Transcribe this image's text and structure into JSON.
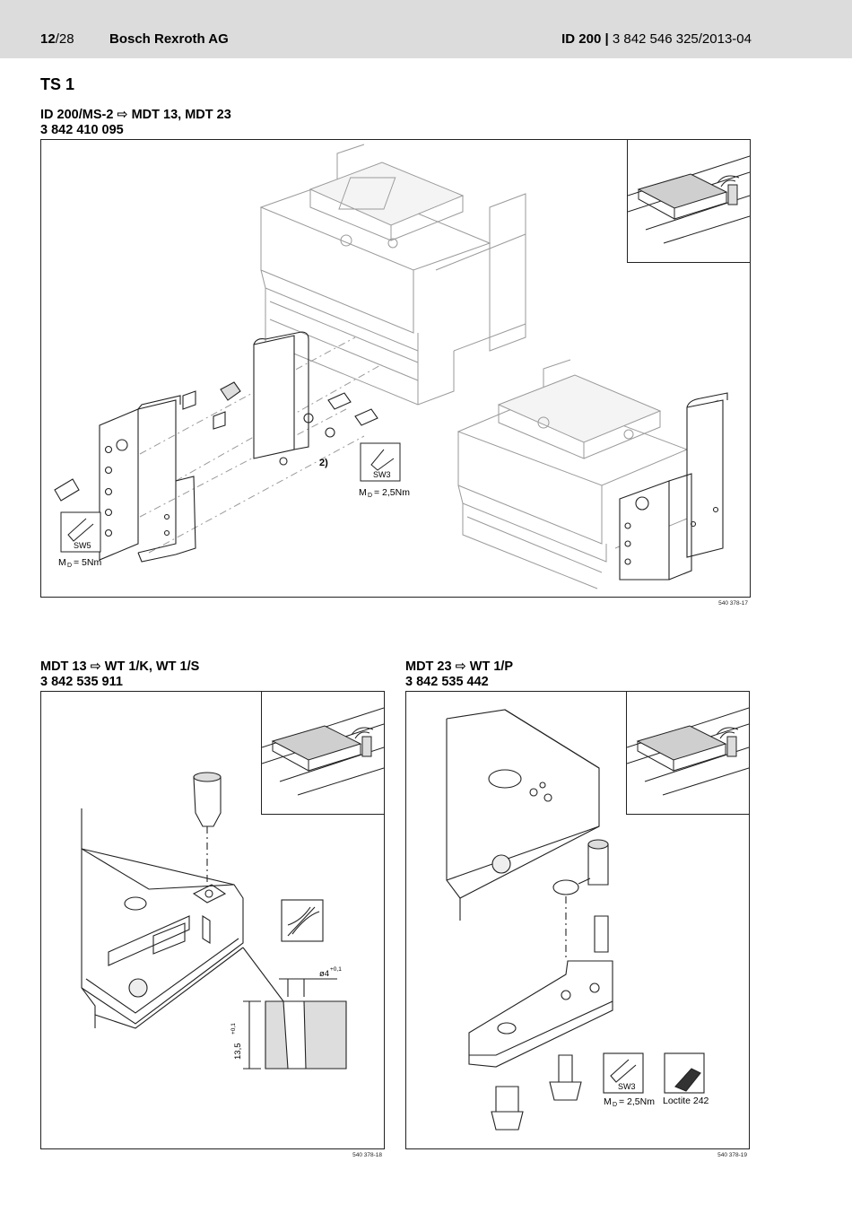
{
  "header": {
    "page_current": "12",
    "page_total": "/28",
    "company": "Bosch Rexroth AG",
    "product": "ID 200",
    "separator": "|",
    "doc_number": "3 842 546 325/2013-04"
  },
  "section_title": "TS 1",
  "figure_top": {
    "caption_line1": "ID 200/MS-2 ⇨ MDT 13, MDT 23",
    "caption_line2": "3 842 410 095",
    "callout_note": "2)",
    "tool_a": "SW3",
    "torque_a": "M",
    "torque_a_sub": "D",
    "torque_a_value": "= 2,5Nm",
    "tool_b": "SW5",
    "torque_b": "M",
    "torque_b_sub": "D",
    "torque_b_value": "= 5Nm",
    "fig_id": "540 378-17"
  },
  "figure_left": {
    "caption_line1": "MDT 13 ⇨ WT 1/K, WT 1/S",
    "caption_line2": "3 842 535 911",
    "dim_diameter": "ø4",
    "dim_diameter_tol": "+0,1",
    "dim_depth": "13,5",
    "dim_depth_tol": "+0,1",
    "fig_id": "540 378-18"
  },
  "figure_right": {
    "caption_line1": "MDT 23 ⇨ WT 1/P",
    "caption_line2": "3 842 535 442",
    "tool": "SW3",
    "torque": "M",
    "torque_sub": "D",
    "torque_value": "= 2,5Nm",
    "adhesive": "Loctite 242",
    "fig_id": "540 378-19"
  },
  "colors": {
    "header_bg": "#dcdcdc",
    "line": "#222222",
    "light_line": "#9a9a9a",
    "shade": "#cfcfcf"
  }
}
